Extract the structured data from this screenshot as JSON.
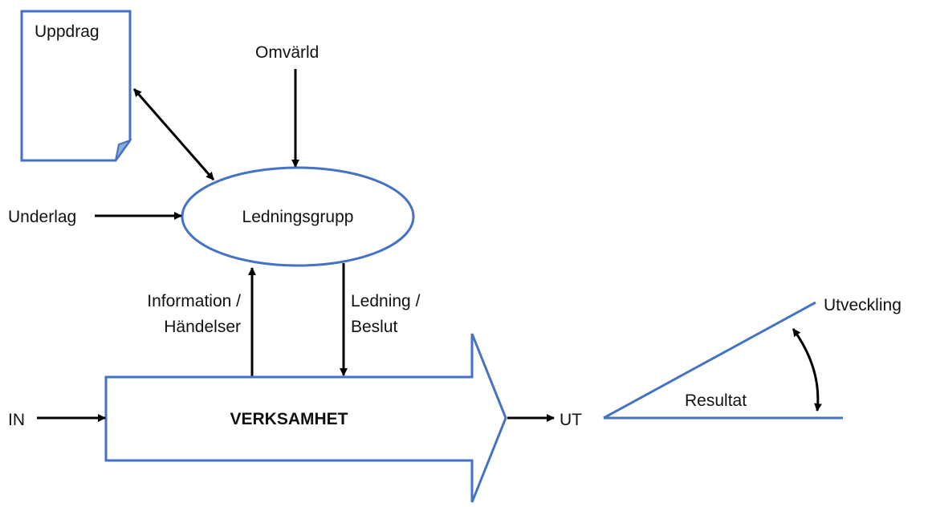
{
  "nodes": {
    "uppdrag": "Uppdrag",
    "omvarld": "Omvärld",
    "underlag": "Underlag",
    "ledningsgrupp": "Ledningsgrupp",
    "information_line1": "Information /",
    "information_line2": "Händelser",
    "ledning_line1": "Ledning /",
    "ledning_line2": "Beslut",
    "verksamhet": "VERKSAMHET",
    "in": "IN",
    "ut": "UT",
    "utveckling": "Utveckling",
    "resultat": "Resultat"
  },
  "colors": {
    "shape_stroke": "#4472c4",
    "arrow": "#000000",
    "text": "#111111"
  }
}
